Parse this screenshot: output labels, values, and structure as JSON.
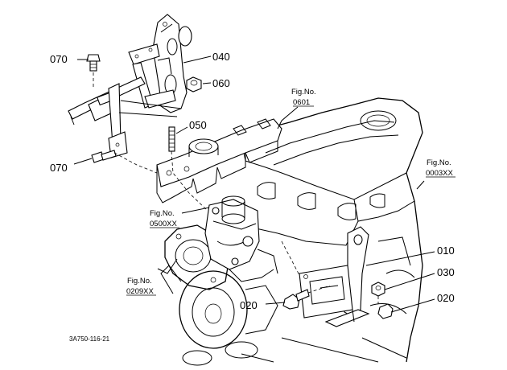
{
  "parts": {
    "p070a": "070",
    "p040": "040",
    "p060": "060",
    "p050": "050",
    "p070b": "070",
    "p010": "010",
    "p030": "030",
    "p020a": "020",
    "p020b": "020"
  },
  "figures": {
    "f0601": {
      "line1": "Fig.No.",
      "line2": "0601"
    },
    "f0003": {
      "line1": "Fig.No.",
      "line2": "0003XX"
    },
    "f0500": {
      "line1": "Fig.No.",
      "line2": "0500XX"
    },
    "f0209": {
      "line1": "Fig.No.",
      "line2": "0209XX"
    }
  },
  "drawing_code": "3A750-116-21",
  "colors": {
    "line": "#000000",
    "background": "#ffffff"
  }
}
